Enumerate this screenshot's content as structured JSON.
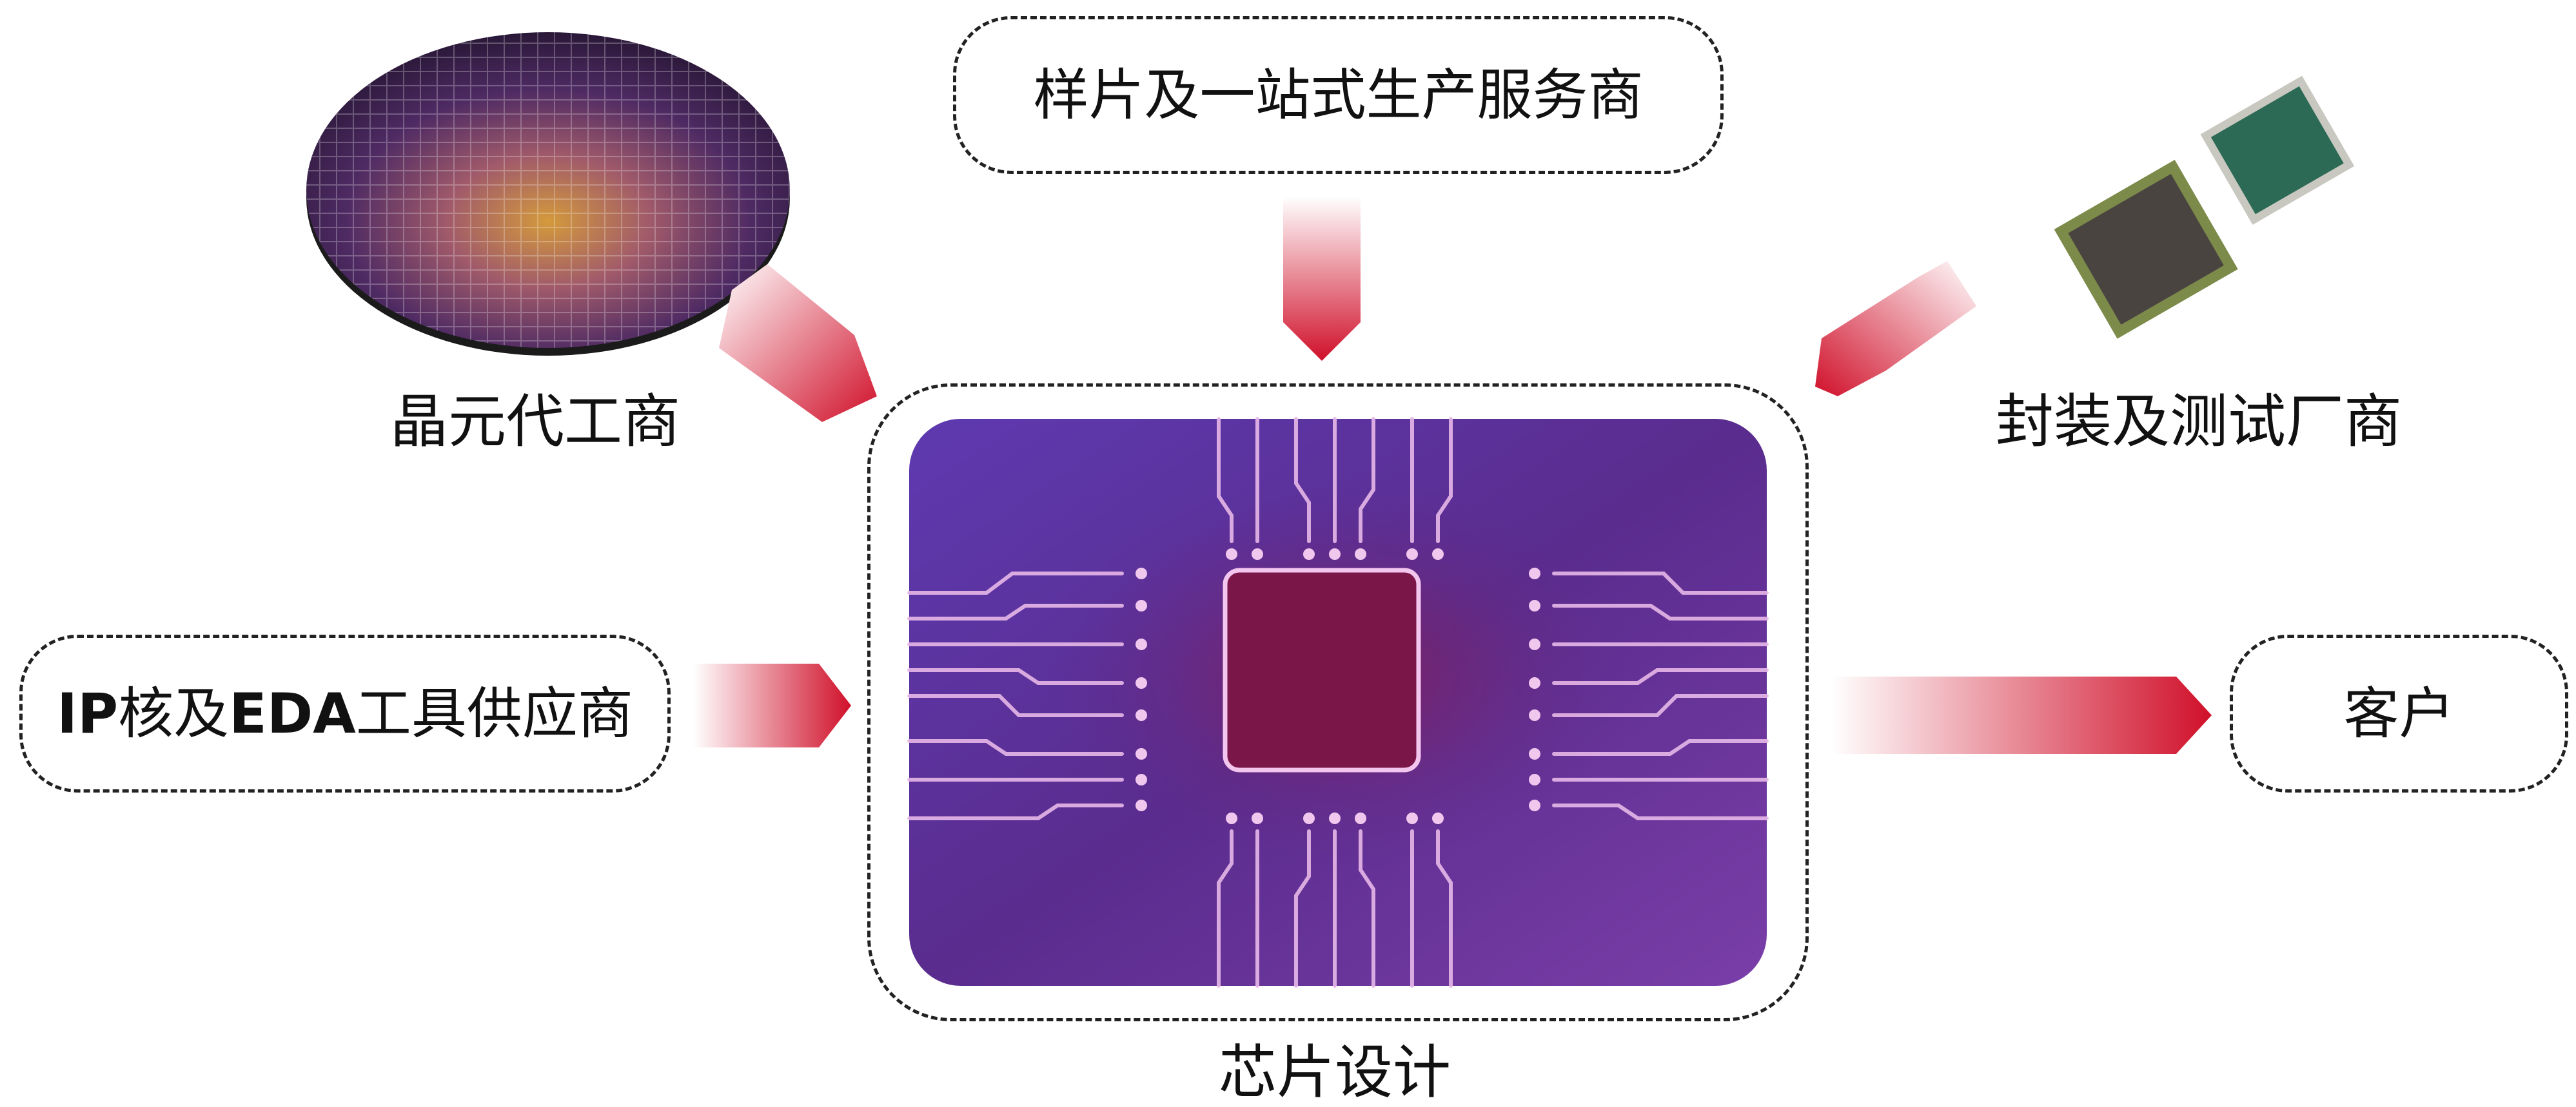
{
  "nodes": {
    "wafer_foundry": "晶元代工商",
    "sample_service": "样片及一站式生产服务商",
    "packaging_test": "封装及测试厂商",
    "ip_eda_supplier": {
      "part1": "IP",
      "part2": "核及",
      "part3": "EDA",
      "part4": "工具供应商"
    },
    "customer": "客户",
    "chip_design": "芯片设计"
  },
  "colors": {
    "arrow": "#d0102a",
    "arrow_fade": "#ffffff",
    "chip_bg": "#5a2fa0",
    "trace": "#e7b8e8"
  }
}
